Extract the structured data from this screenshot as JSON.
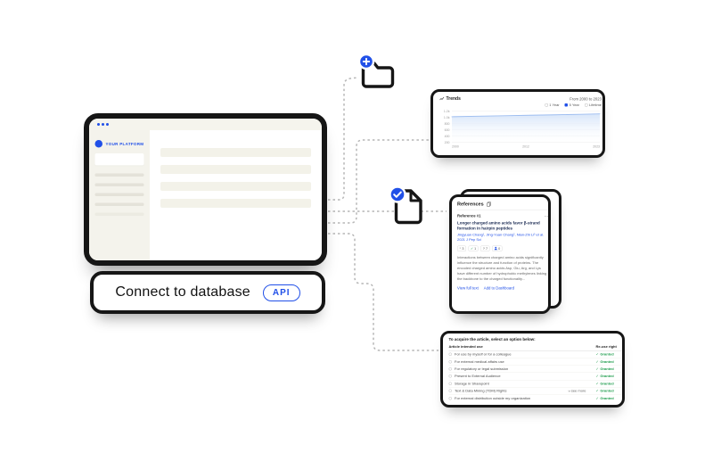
{
  "colors": {
    "accent_blue": "#2150e8",
    "granted_green": "#1f9d4d",
    "connector_gray": "#b6b6b6",
    "title_navy": "#16264f",
    "sidebar_cream": "#f4f3ec",
    "chart_line": "#9dbdf0",
    "chart_fill": "#d8e6fa"
  },
  "icons": {
    "check": "✓",
    "overflow": "...",
    "quote": "“",
    "question": "?"
  },
  "platform_window": {
    "brand": "YOUR PLATFORM"
  },
  "connect_card": {
    "label": "Connect to database",
    "api_badge": "API"
  },
  "trends_card": {
    "title": "Trends",
    "range_label": "From 2000 to 2023",
    "filters": [
      {
        "label": "1 Year",
        "selected": false
      },
      {
        "label": "5 Year",
        "selected": true
      },
      {
        "label": "Lifetime",
        "selected": false
      }
    ]
  },
  "chart_data": {
    "type": "area",
    "title": "Trends",
    "x": [
      2000,
      2004,
      2008,
      2012,
      2016,
      2020,
      2023
    ],
    "values": [
      980,
      1000,
      1018,
      1038,
      1055,
      1075,
      1090
    ],
    "x_tick_labels": [
      "2000",
      "2012",
      "2023"
    ],
    "y_tick_labels": [
      "1.2k",
      "1.0k",
      "800",
      "600",
      "400",
      "200"
    ],
    "ylim": [
      0,
      1200
    ],
    "grid": true,
    "legend": "none",
    "line_color": "#9dbdf0",
    "fill_color": "#d8e6fa"
  },
  "references_card": {
    "header": "References",
    "reference_label": "Reference #1",
    "title": "Longer charged amino acids favor β-strand formation in hairpin peptides",
    "authors": "Jingyuan Chang¹, Jing-Yuan Chang², Nian-Zhi Li³ et al. 2021 J Pep Sci",
    "metrics": [
      {
        "icon": "quote-icon",
        "value": "3"
      },
      {
        "icon": "check-icon",
        "value": "1"
      },
      {
        "icon": "question-icon",
        "value": "7"
      },
      {
        "icon": "person-icon",
        "value": "0"
      }
    ],
    "abstract": "Interactions between charged amino acids significantly influence the structure and function of proteins. The encoded charged amino acids Asp, Glu, Arg, and Lys have different number of hydrophobic methylenes linking the backbone to the charged functionality...",
    "links": {
      "full_text": "View full text",
      "dashboard": "Add to Dashboard"
    }
  },
  "acquire_card": {
    "title": "To acquire the article, select an option below:",
    "col_use": "Article intended use",
    "col_right": "Re-use right",
    "rows": [
      {
        "label": "For use by myself or for a colleague",
        "right": "Granted"
      },
      {
        "label": "For external medical affairs use",
        "right": "Granted"
      },
      {
        "label": "For regulatory or legal submission",
        "right": "Granted"
      },
      {
        "label": "Present to External Audience",
        "right": "Granted"
      },
      {
        "label": "Storage in Sharepoint",
        "right": "Granted"
      },
      {
        "label": "Text & Data Mining (TDM) Rights",
        "extra": "see more",
        "right": "Granted"
      },
      {
        "label": "For external distribution outside my organization",
        "right": "Granted"
      }
    ]
  }
}
